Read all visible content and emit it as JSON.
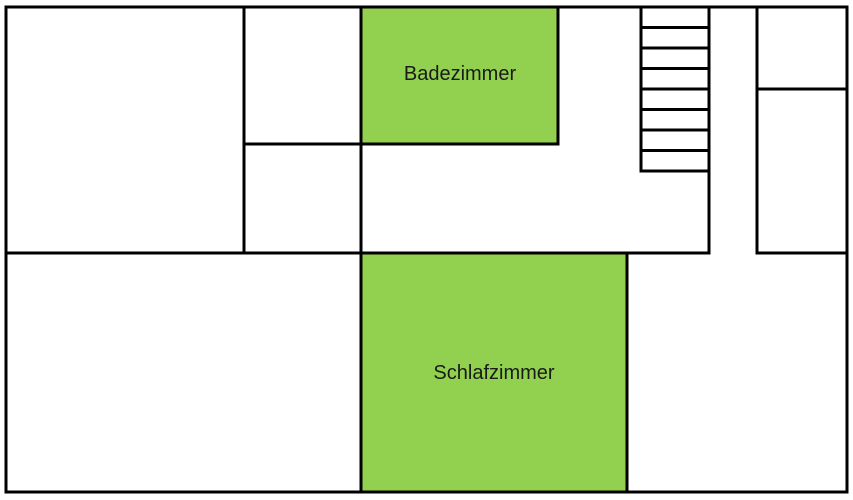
{
  "colors": {
    "highlight": "#92d050",
    "wall": "#000000",
    "background": "#ffffff"
  },
  "rooms": {
    "bathroom": {
      "label": "Badezimmer",
      "highlighted": true
    },
    "bedroom": {
      "label": "Schlafzimmer",
      "highlighted": true
    }
  },
  "staircase": {
    "steps": 8
  }
}
